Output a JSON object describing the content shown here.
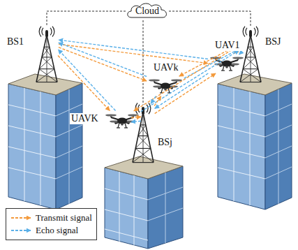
{
  "diagram": {
    "nodes": [
      {
        "text": [
          "Cloud"
        ]
      },
      {
        "text": [
          "BS1"
        ]
      },
      {
        "text": [
          "UAV1"
        ]
      },
      {
        "text": [
          "BSJ"
        ]
      },
      {
        "text": [
          "UAVk"
        ]
      },
      {
        "text": [
          "UAVK"
        ]
      },
      {
        "text": [
          "BSj"
        ]
      }
    ],
    "edges": [
      {
        "from": 0,
        "to": 1,
        "arrow": "none"
      },
      {
        "from": 0,
        "to": 3,
        "arrow": "none"
      },
      {
        "from": 0,
        "to": 6,
        "arrow": "none"
      },
      {
        "from": 1,
        "to": 2,
        "arrow": "to"
      },
      {
        "from": 2,
        "to": 1,
        "arrow": "to"
      },
      {
        "from": 1,
        "to": 4,
        "arrow": "to"
      },
      {
        "from": 4,
        "to": 1,
        "arrow": "to"
      },
      {
        "from": 1,
        "to": 5,
        "arrow": "to"
      },
      {
        "from": 5,
        "to": 1,
        "arrow": "to"
      },
      {
        "from": 3,
        "to": 2,
        "arrow": "to"
      },
      {
        "from": 2,
        "to": 3,
        "arrow": "to"
      },
      {
        "from": 3,
        "to": 4,
        "arrow": "to"
      },
      {
        "from": 4,
        "to": 3,
        "arrow": "to"
      },
      {
        "from": 3,
        "to": 5,
        "arrow": "to"
      },
      {
        "from": 5,
        "to": 3,
        "arrow": "to"
      },
      {
        "from": 6,
        "to": 2,
        "arrow": "to"
      },
      {
        "from": 2,
        "to": 6,
        "arrow": "to"
      },
      {
        "from": 6,
        "to": 4,
        "arrow": "to"
      },
      {
        "from": 4,
        "to": 6,
        "arrow": "to"
      },
      {
        "from": 6,
        "to": 5,
        "arrow": "to"
      },
      {
        "from": 5,
        "to": 6,
        "arrow": "to"
      }
    ],
    "legend": [
      {
        "text": "Transmit signal"
      },
      {
        "text": "Echo signal"
      }
    ]
  }
}
